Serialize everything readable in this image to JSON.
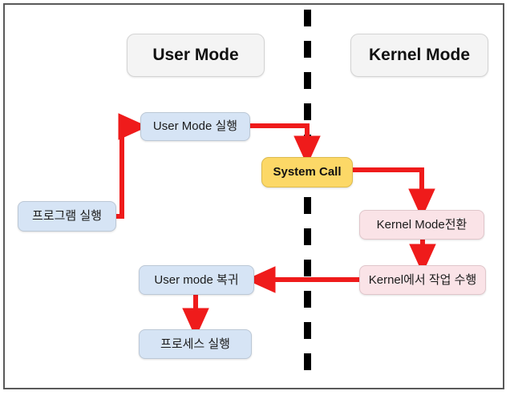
{
  "diagram": {
    "title_user_mode": "User Mode",
    "title_kernel_mode": "Kernel Mode",
    "divider": "dashed-vertical-separator",
    "colors": {
      "arrow": "#ef1b1b",
      "user_node_fill": "#d6e4f5",
      "kernel_node_fill": "#fae3e7",
      "syscall_fill": "#fcd867",
      "header_fill": "#f4f4f4",
      "frame_border": "#595959",
      "divider": "#000000"
    },
    "nodes": {
      "program_run": "프로그램 실행",
      "user_mode_exec": "User Mode 실행",
      "system_call": "System Call",
      "kernel_mode_switch": "Kernel Mode전환",
      "kernel_work": "Kernel에서 작업 수행",
      "user_mode_return": "User mode 복귀",
      "process_run": "프로세스 실행"
    },
    "edges": [
      {
        "from": "program_run",
        "to": "user_mode_exec",
        "shape": "right-up-right"
      },
      {
        "from": "user_mode_exec",
        "to": "system_call",
        "shape": "right-down"
      },
      {
        "from": "system_call",
        "to": "kernel_mode_switch",
        "shape": "right-down"
      },
      {
        "from": "kernel_mode_switch",
        "to": "kernel_work",
        "shape": "down"
      },
      {
        "from": "kernel_work",
        "to": "user_mode_return",
        "shape": "left"
      },
      {
        "from": "user_mode_return",
        "to": "process_run",
        "shape": "down"
      }
    ]
  }
}
